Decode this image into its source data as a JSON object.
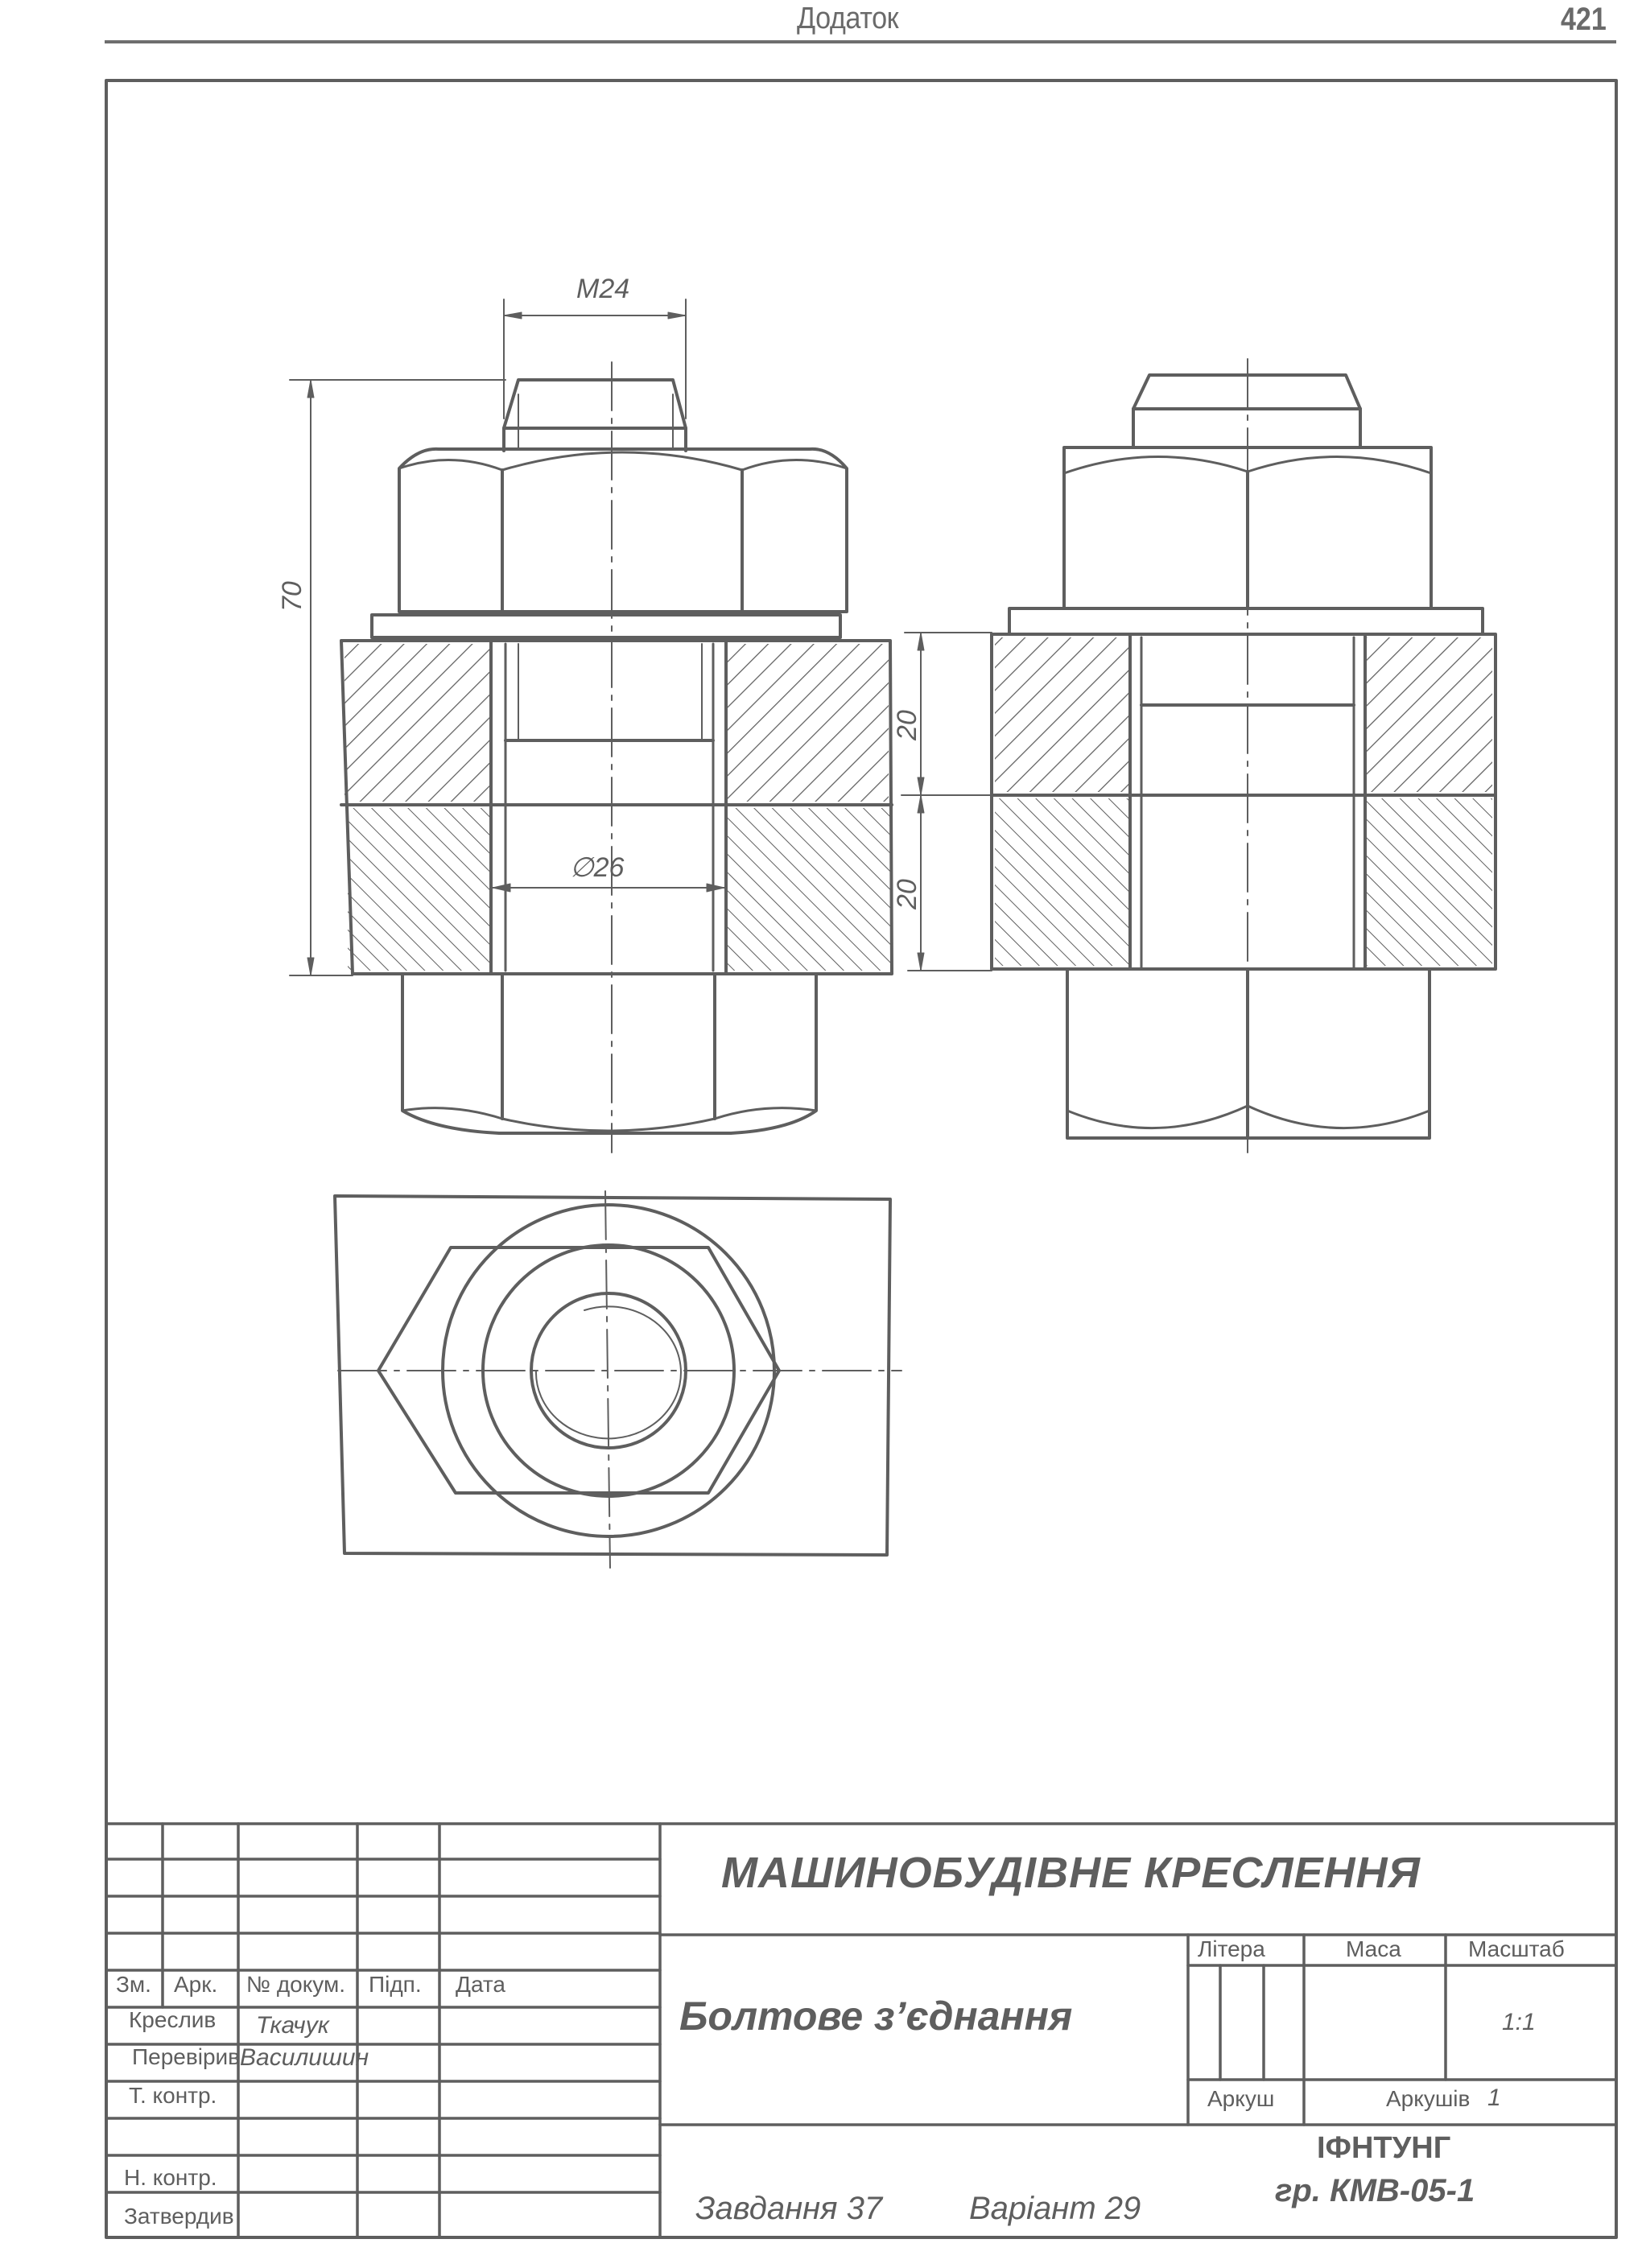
{
  "header": {
    "section_title": "Додаток",
    "page_number": "421"
  },
  "drawing": {
    "dimensions": {
      "thread": "M24",
      "total_length": "70",
      "hole_diameter": "∅26",
      "plate_top_thickness": "20",
      "plate_bottom_thickness": "20"
    },
    "colors": {
      "line": "#5e5e5e",
      "paper": "#ffffff"
    }
  },
  "title_block": {
    "subject": "МАШИНОБУДІВНЕ КРЕСЛЕННЯ",
    "drawing_name": "Болтове з’єднання",
    "columns": {
      "change": "Зм.",
      "sheet": "Арк.",
      "doc_no": "№ докум.",
      "signature": "Підп.",
      "date": "Дата"
    },
    "roles": [
      {
        "role": "Креслив",
        "name": "Ткачук"
      },
      {
        "role": "Перевірив",
        "name": "Василишин"
      },
      {
        "role": "Т. контр.",
        "name": ""
      },
      {
        "role": "",
        "name": ""
      },
      {
        "role": "Н. контр.",
        "name": ""
      },
      {
        "role": "Затвердив",
        "name": ""
      }
    ],
    "letter_label": "Літера",
    "mass_label": "Маса",
    "scale_label": "Масштаб",
    "scale_value": "1:1",
    "sheet_label": "Аркуш",
    "sheets_label": "Аркушів",
    "sheets_value": "1",
    "organization": "ІФНТУНГ",
    "group": "гр. КМВ-05-1",
    "task": "Завдання 37",
    "variant": "Варіант 29"
  }
}
